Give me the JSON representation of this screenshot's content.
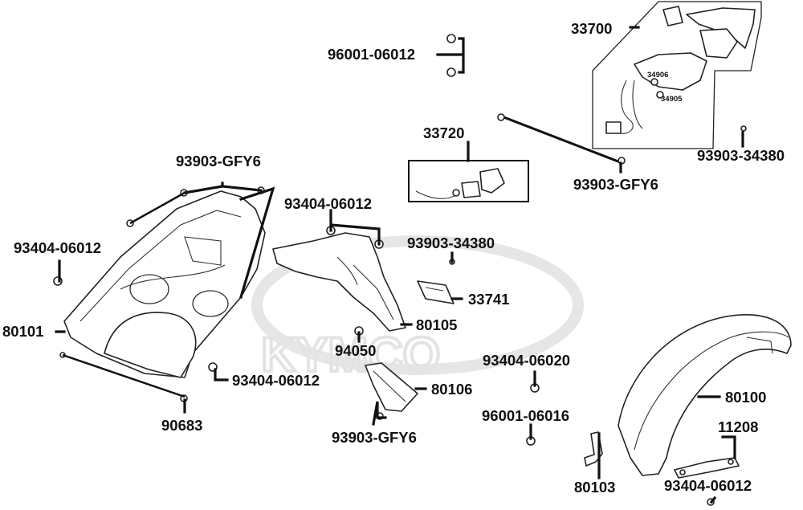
{
  "labels": {
    "p33700": "33700",
    "p96001_06012": "96001-06012",
    "p33720": "33720",
    "p93903_gfy6_top": "93903-GFY6",
    "p93903_34380_right": "93903-34380",
    "p93903_gfy6_right": "93903-GFY6",
    "p93404_06012_mid": "93404-06012",
    "p93404_06012_left": "93404-06012",
    "p93903_34380_mid": "93903-34380",
    "p33741": "33741",
    "p80101": "80101",
    "p80105": "80105",
    "p94050": "94050",
    "p93404_06020": "93404-06020",
    "p93404_06012_bottom": "93404-06012",
    "p80106": "80106",
    "p80100": "80100",
    "p90683": "90683",
    "p93903_gfy6_bottom": "93903-GFY6",
    "p96001_06016": "96001-06016",
    "p11208": "11208",
    "p80103": "80103",
    "p93404_06012_br": "93404-06012",
    "p34906": "34906",
    "p34905": "34905"
  },
  "watermark": "KYMCO"
}
